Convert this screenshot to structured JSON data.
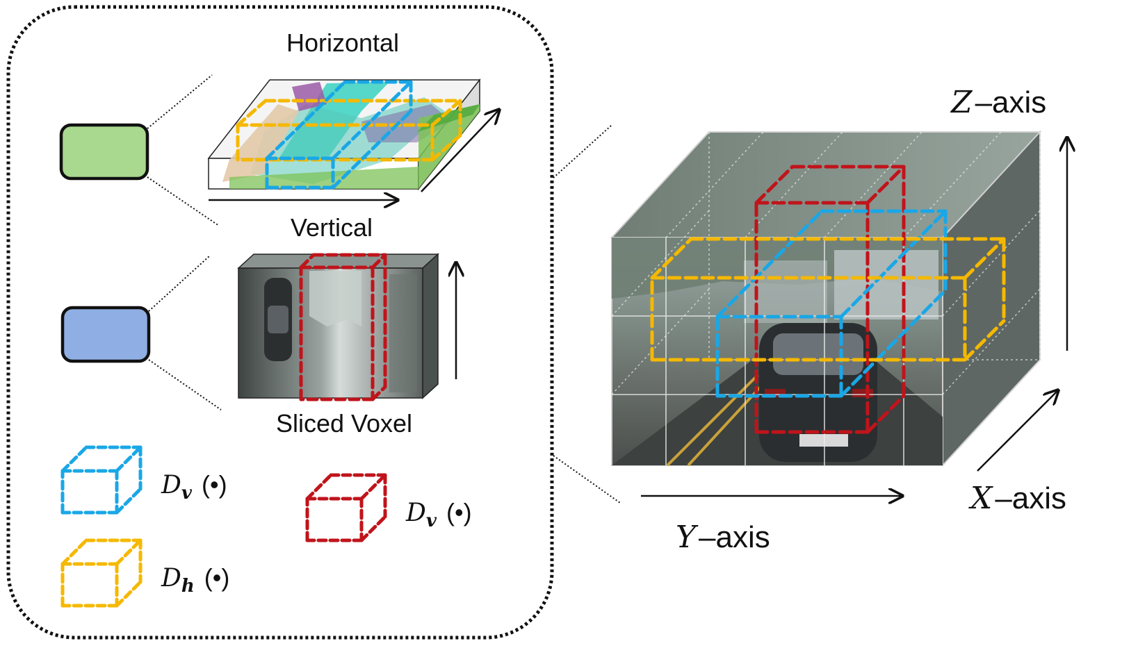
{
  "left_panel": {
    "horizontal_label": "Horizontal",
    "vertical_label": "Vertical",
    "sliced_voxel_label": "Sliced Voxel",
    "green_box_color": "#a9d88f",
    "blue_box_color": "#8faee3"
  },
  "legend": {
    "items": [
      {
        "symbol": "D",
        "subscript": "v",
        "arg": "(•)",
        "color": "#1aa7e6"
      },
      {
        "symbol": "D",
        "subscript": "h",
        "arg": "(•)",
        "color": "#f5b800"
      },
      {
        "symbol": "D",
        "subscript": "v",
        "arg": "(•)",
        "color": "#c0141b"
      }
    ]
  },
  "axes": {
    "z_symbol": "Z",
    "z_suffix": "–axis",
    "x_symbol": "X",
    "x_suffix": "–axis",
    "y_symbol": "Y",
    "y_suffix": "–axis"
  },
  "colors": {
    "blue": "#1aa7e6",
    "yellow": "#f5b800",
    "red": "#c0141b"
  }
}
